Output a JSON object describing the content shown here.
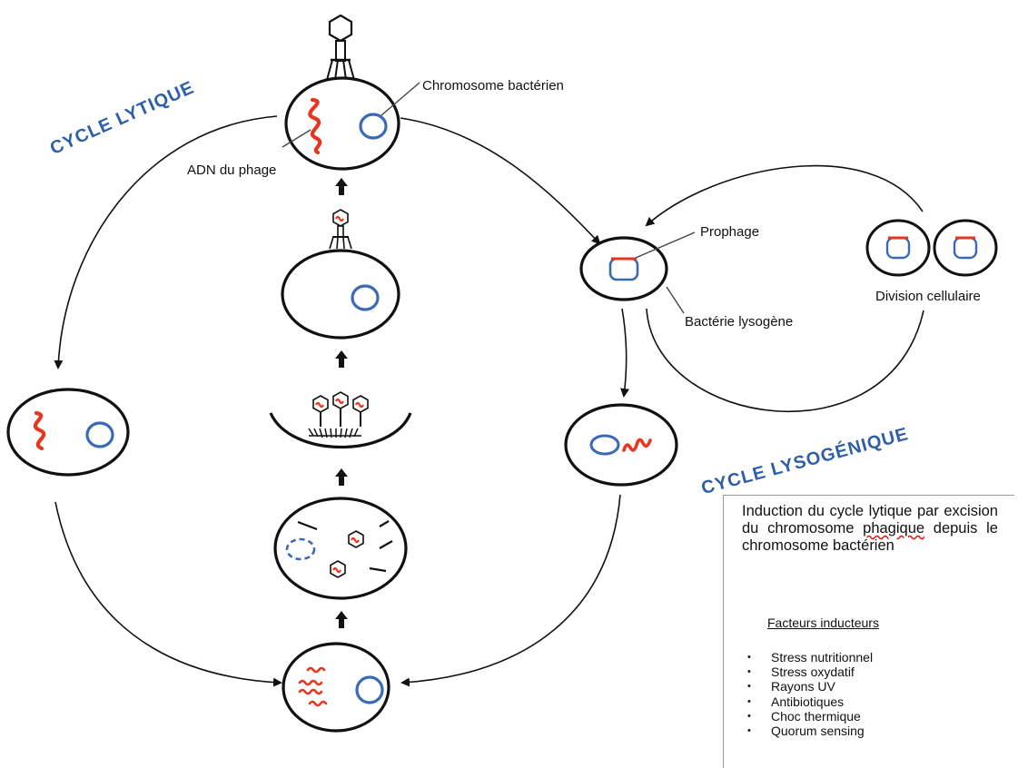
{
  "labels": {
    "chromosome": "Chromosome bactérien",
    "phage_dna": "ADN du phage",
    "prophage": "Prophage",
    "lysogenic_bacterium": "Bactérie lysogène",
    "cell_division": "Division cellulaire"
  },
  "cycles": {
    "lytic": "CYCLE   LYTIQUE",
    "lysogenic": "CYCLE    LYSOGÉNIQUE"
  },
  "info": {
    "text": "Induction du cycle lytique par excision du chromosome",
    "text_squiggle": "phagique",
    "text_tail": "depuis le chromosome bactérien",
    "factors_title": "Facteurs inducteurs",
    "factors": [
      "Stress nutritionnel",
      "Stress oxydatif",
      "Rayons UV",
      "Antibiotiques",
      "Choc thermique",
      "Quorum sensing"
    ]
  },
  "colors": {
    "outline": "#111111",
    "chromosome": "#3a6ab5",
    "phage_dna": "#e8361e",
    "cycle_text": "#2f5fa8"
  }
}
